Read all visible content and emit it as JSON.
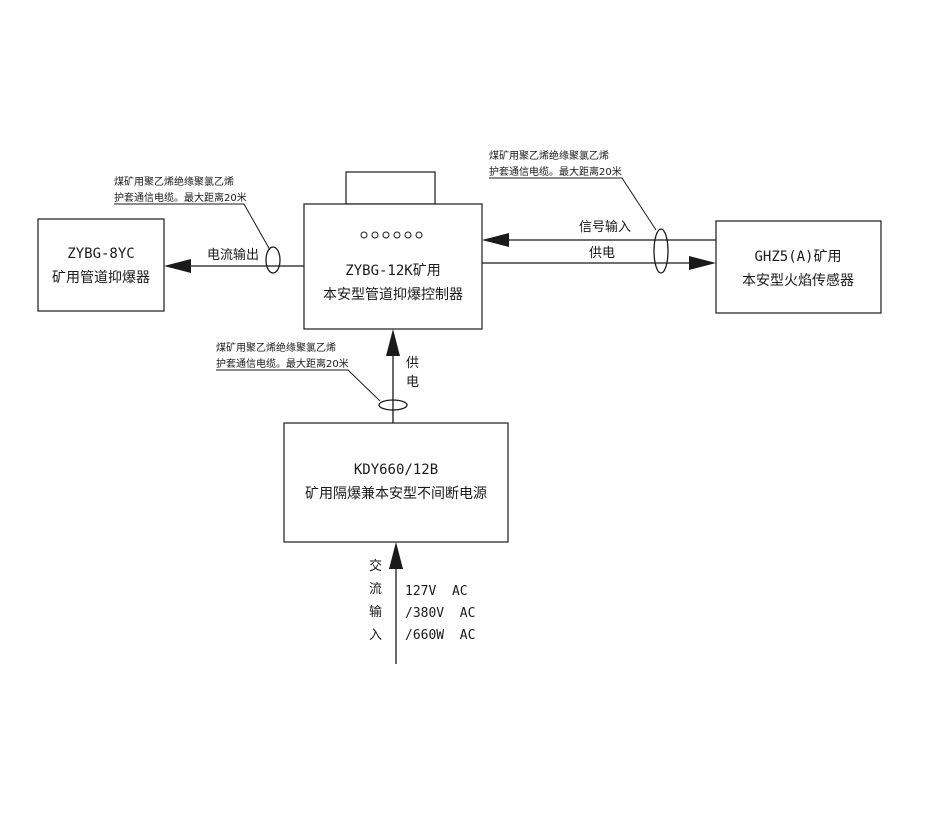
{
  "boxes": {
    "suppressor": {
      "line1": "ZYBG-8YC",
      "line2": "矿用管道抑爆器"
    },
    "controller": {
      "line1": "ZYBG-12K矿用",
      "line2": "本安型管道抑爆控制器"
    },
    "sensor": {
      "line1": "GHZ5(A)矿用",
      "line2": "本安型火焰传感器"
    },
    "power_supply": {
      "line1": "KDY660/12B",
      "line2": "矿用隔爆兼本安型不间断电源"
    }
  },
  "arrows": {
    "current_output": "电流输出",
    "signal_input": "信号输入",
    "power_to_sensor": "供电",
    "power_up": [
      "供",
      "电"
    ],
    "ac_input": [
      "交",
      "流",
      "输",
      "入"
    ],
    "voltages": [
      "127V  AC",
      "/380V  AC",
      "/660W  AC"
    ]
  },
  "cable_notes": {
    "left": [
      "煤矿用聚乙烯绝缘聚氯乙烯",
      "护套通信电缆。最大距离20米"
    ],
    "right": [
      "煤矿用聚乙烯绝缘聚氯乙烯",
      "护套通信电缆。最大距离20米"
    ],
    "bottom": [
      "煤矿用聚乙烯绝缘聚氯乙烯",
      "护套通信电缆。最大距离20米"
    ]
  }
}
